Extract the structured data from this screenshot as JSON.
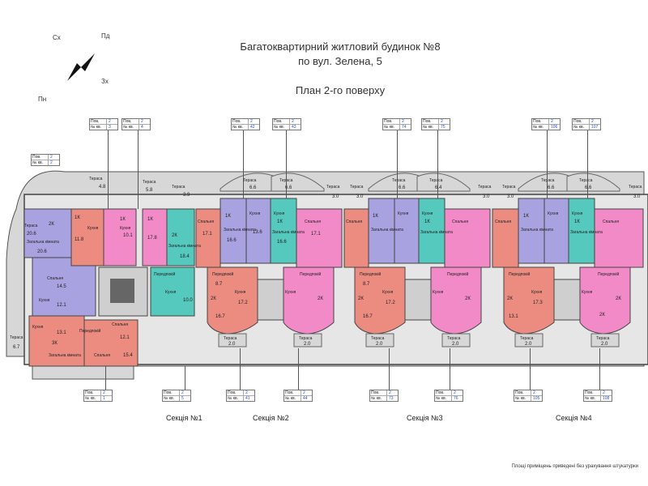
{
  "header": {
    "line1": "Багатоквартирний житловий будинок №8",
    "line2": "по вул. Зелена, 5",
    "line3": "План 2-го поверху"
  },
  "compass": {
    "nw": "Сх",
    "ne": "Пд",
    "se": "Зх",
    "sw": "Пн"
  },
  "tag_labels": {
    "floor": "Пов.",
    "flat": "№ кв."
  },
  "tags": [
    {
      "floor": "2",
      "flat": "2"
    },
    {
      "floor": "2",
      "flat": "3"
    },
    {
      "floor": "2",
      "flat": "4"
    },
    {
      "floor": "2",
      "flat": "42"
    },
    {
      "floor": "2",
      "flat": "43"
    },
    {
      "floor": "2",
      "flat": "74"
    },
    {
      "floor": "2",
      "flat": "75"
    },
    {
      "floor": "2",
      "flat": "106"
    },
    {
      "floor": "2",
      "flat": "107"
    },
    {
      "floor": "2",
      "flat": "1"
    },
    {
      "floor": "2",
      "flat": "5"
    },
    {
      "floor": "2",
      "flat": "41"
    },
    {
      "floor": "2",
      "flat": "44"
    },
    {
      "floor": "2",
      "flat": "73"
    },
    {
      "floor": "2",
      "flat": "76"
    },
    {
      "floor": "2",
      "flat": "105"
    },
    {
      "floor": "2",
      "flat": "108"
    }
  ],
  "sections": [
    "Секція №1",
    "Секція №2",
    "Секція №3",
    "Секція №4"
  ],
  "room_labels": {
    "terrace": "Тераса",
    "kitchen": "Кухня",
    "bedroom": "Спальня",
    "hall": "Передпокій",
    "living": "Загальна кімната"
  },
  "terrace_values": [
    "20.6",
    "6.7",
    "4.8",
    "5.8",
    "3.9",
    "6.6",
    "6.6",
    "3.0",
    "3.0",
    "6.6",
    "6.4",
    "3.0",
    "3.0",
    "6.6",
    "6.6",
    "3.0",
    "2.0",
    "2.0",
    "2.0",
    "2.0",
    "2.0",
    "2.0"
  ],
  "apt_codes": [
    "2К",
    "1К",
    "1К",
    "1К",
    "2К",
    "1К",
    "1К",
    "2К",
    "2К",
    "1К",
    "1К",
    "2К",
    "2К",
    "1К",
    "1К",
    "2К",
    "2К",
    "3К",
    "2К"
  ],
  "room_values": [
    "20.6",
    "14.5",
    "12.1",
    "13.1",
    "12.1",
    "15.4",
    "11.8",
    "10.1",
    "17.8",
    "18.4",
    "10.0",
    "17.1",
    "16.6",
    "13.6",
    "16.6",
    "17.1",
    "8.7",
    "17.2",
    "16.7",
    "8.7",
    "17.2",
    "16.7",
    "13.1",
    "17.3"
  ],
  "footnote": "Площі приміщень приведені без урахування штукатурки",
  "colors": {
    "salmon": "#ec8c80",
    "pink": "#f28ac8",
    "lavender": "#a8a2e0",
    "teal": "#55c9be",
    "terrace": "#d7d7d7",
    "common": "#e6e6e6",
    "wall": "#444444"
  }
}
